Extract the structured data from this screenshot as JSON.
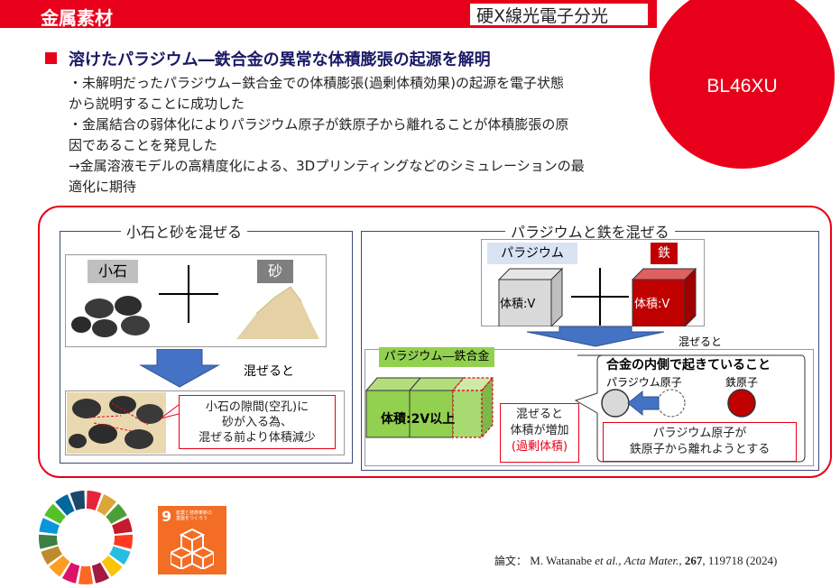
{
  "header": {
    "category": "金属素材",
    "method": "硬X線光電子分光",
    "beamline": "BL46XU"
  },
  "summary": {
    "title": "溶けたパラジウム―鉄合金の異常な体積膨張の起源を解明",
    "lines": [
      "・未解明だったパラジウム−鉄合金での体積膨張(過剰体積効果)の起源を電子状態",
      "から説明することに成功した",
      "・金属結合の弱体化によりパラジウム原子が鉄原子から離れることが体積膨張の原",
      "因であることを発見した",
      "→金属溶液モデルの高精度化による、3Dプリンティングなどのシミュレーションの最",
      "適化に期待"
    ]
  },
  "left_panel": {
    "title": "小石と砂を混ぜる",
    "pebble_label": "小石",
    "sand_label": "砂",
    "mix_label": "混ぜると",
    "note_lines": [
      "小石の隙間(空孔)に",
      "砂が入る為、",
      "混ぜる前より体積減少"
    ]
  },
  "right_panel": {
    "title": "パラジウムと鉄を混ぜる",
    "pd_label": "パラジウム",
    "fe_label": "鉄",
    "pd_volume": "体積:V",
    "fe_volume": "体積:V",
    "mix_label": "混ぜると",
    "alloy_label": "パラジウム―鉄合金",
    "alloy_volume": "体積:2V以上",
    "increase_lines": [
      "混ぜると",
      "体積が増加",
      "(過剰体積)"
    ],
    "inside_title": "合金の内側で起きていること",
    "pd_atom_label": "パラジウム原子",
    "fe_atom_label": "鉄原子",
    "atom_note_lines": [
      "パラジウム原子が",
      "鉄原子から離れようとする"
    ]
  },
  "colors": {
    "accent_red": "#e8001a",
    "arrow_blue": "#4472c4",
    "alloy_green": "#92d050",
    "sdg9_orange": "#f36d25"
  },
  "sdg": {
    "number": "9",
    "text_lines": [
      "産業と技術革新の",
      "基盤をつくろう"
    ]
  },
  "citation": {
    "prefix": "論文：",
    "authors": "M. Watanabe",
    "etal": "et al.",
    "journal": "Acta Mater.",
    "volume": "267",
    "rest": ", 119718 (2024)"
  }
}
